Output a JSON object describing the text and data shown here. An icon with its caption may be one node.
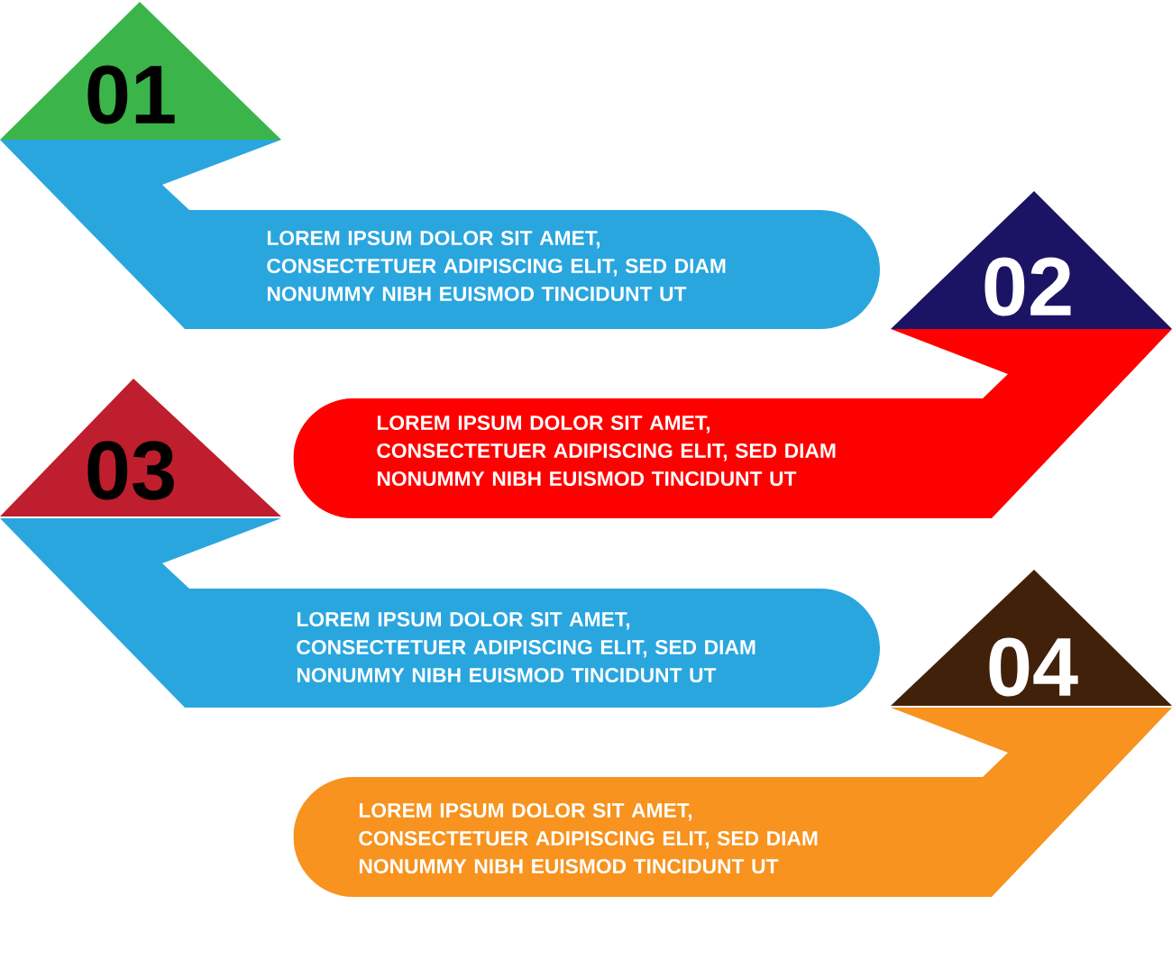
{
  "diagram": {
    "nodes": [
      {
        "text": [
          "01"
        ]
      },
      {
        "text": [
          "LOREM IPSUM DOLOR SIT AMET, CONSECTETUER ADIPISCING ELIT, SED DIAM NONUMMY NIBH EUISMOD TINCIDUNT UT"
        ]
      },
      {
        "text": [
          "02"
        ]
      },
      {
        "text": [
          "LOREM IPSUM DOLOR SIT AMET, CONSECTETUER ADIPISCING ELIT, SED DIAM NONUMMY NIBH EUISMOD TINCIDUNT UT"
        ]
      },
      {
        "text": [
          "03"
        ]
      },
      {
        "text": [
          "LOREM IPSUM DOLOR SIT AMET, CONSECTETUER ADIPISCING ELIT, SED DIAM NONUMMY NIBH EUISMOD TINCIDUNT UT"
        ]
      },
      {
        "text": [
          "04"
        ]
      },
      {
        "text": [
          "LOREM IPSUM DOLOR SIT AMET, CONSECTETUER ADIPISCING ELIT, SED DIAM NONUMMY NIBH EUISMOD TINCIDUNT UT"
        ]
      }
    ]
  }
}
